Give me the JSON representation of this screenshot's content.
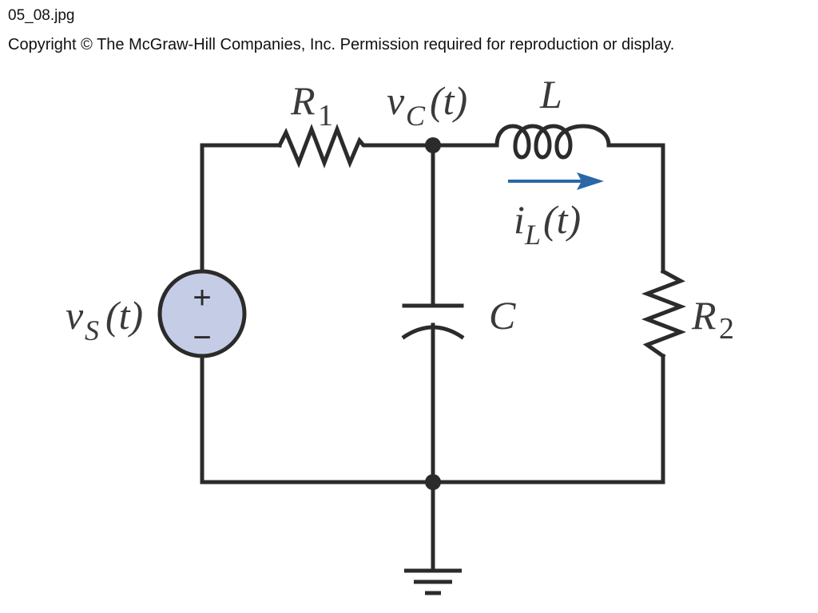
{
  "header": {
    "filename": "05_08.jpg",
    "copyright": "Copyright © The McGraw-Hill Companies, Inc. Permission required for reproduction or display."
  },
  "circuit": {
    "labels": {
      "R1_main": "R",
      "R1_sub": "1",
      "vC_main": "v",
      "vC_sub": "C",
      "vC_arg": "(t)",
      "L": "L",
      "iL_main": "i",
      "iL_sub": "L",
      "iL_arg": "(t)",
      "vS_main": "v",
      "vS_sub": "S",
      "vS_arg": "(t)",
      "C": "C",
      "R2_main": "R",
      "R2_sub": "2",
      "plus": "+",
      "minus": "−"
    },
    "colors": {
      "wire": "#2b2b2b",
      "source_fill": "#c5cde6",
      "arrow": "#2a66a8",
      "label": "#3a3a3a"
    }
  }
}
